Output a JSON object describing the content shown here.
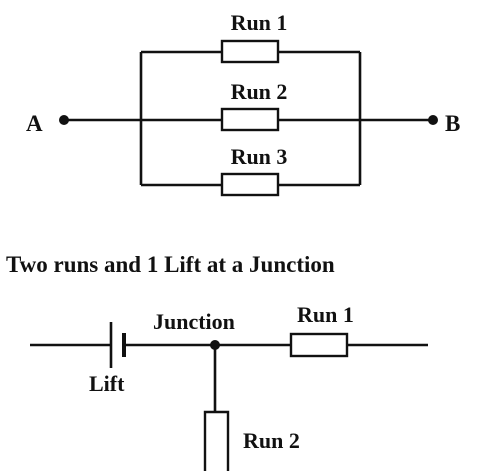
{
  "diagram1": {
    "node_a": "A",
    "node_b": "B",
    "runs": [
      "Run 1",
      "Run 2",
      "Run 3"
    ]
  },
  "diagram2": {
    "title": "Two runs and 1 Lift at a Junction",
    "junction_label": "Junction",
    "lift_label": "Lift",
    "run1_label": "Run 1",
    "run2_label": "Run 2"
  }
}
